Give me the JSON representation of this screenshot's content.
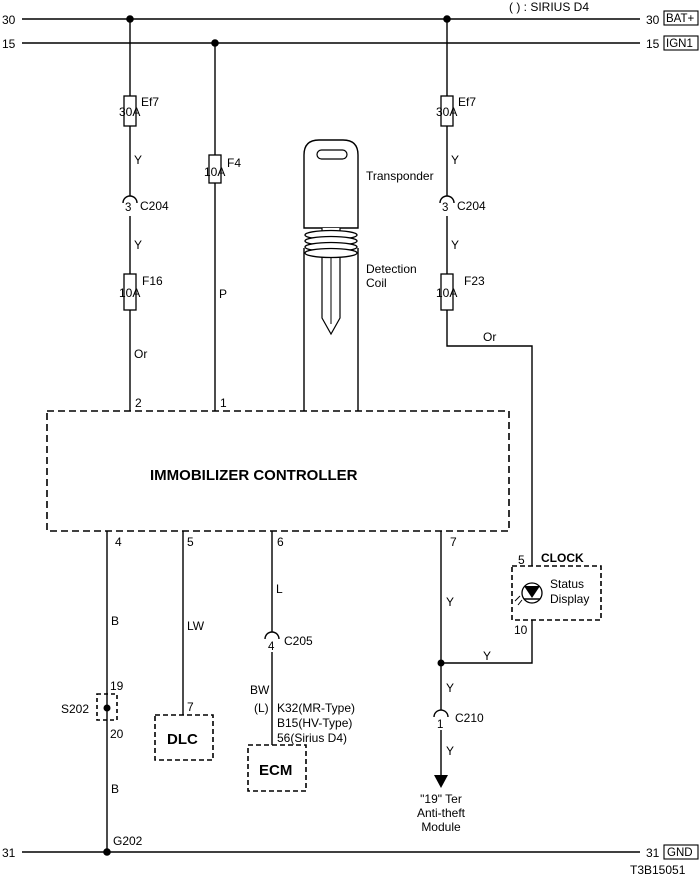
{
  "rails": {
    "bat": {
      "num": "30",
      "tag": "BAT+",
      "note": "( ) : SIRIUS D4"
    },
    "ign": {
      "num": "15",
      "tag": "IGN1"
    },
    "gnd": {
      "num": "31",
      "tag": "GND"
    }
  },
  "fuses": {
    "ef7_left": {
      "name": "Ef7",
      "rating": "30A"
    },
    "f4": {
      "name": "F4",
      "rating": "10A"
    },
    "f16": {
      "name": "F16",
      "rating": "10A"
    },
    "ef7_right": {
      "name": "Ef7",
      "rating": "30A"
    },
    "f23": {
      "name": "F23",
      "rating": "10A"
    }
  },
  "connectors": {
    "c204_left": {
      "name": "C204",
      "pin": "3"
    },
    "c204_right": {
      "name": "C204",
      "pin": "3"
    },
    "c205": {
      "name": "C205",
      "pin": "4"
    },
    "c210": {
      "name": "C210",
      "pin": "1"
    }
  },
  "wires": {
    "y1": "Y",
    "y2": "Y",
    "or1": "Or",
    "p": "P",
    "y3": "Y",
    "y4": "Y",
    "or2": "Or",
    "b1": "B",
    "lw": "LW",
    "l": "L",
    "bw": "BW",
    "bw_alt": "(L)",
    "y5": "Y",
    "y6": "Y",
    "y7": "Y",
    "y8": "Y",
    "b2": "B"
  },
  "key": {
    "transponder": "Transponder",
    "coil_line1": "Detection",
    "coil_line2": "Coil"
  },
  "controller": {
    "title": "IMMOBILIZER CONTROLLER",
    "pins": {
      "p2": "2",
      "p1": "1",
      "p4": "4",
      "p5": "5",
      "p6": "6",
      "p7": "7"
    }
  },
  "clock": {
    "title": "CLOCK",
    "line1": "Status",
    "line2": "Display",
    "pin_in": "5",
    "pin_out": "10"
  },
  "splice": {
    "name": "S202",
    "pin_top": "19",
    "pin_bottom": "20"
  },
  "dlc": {
    "name": "DLC",
    "pin": "7"
  },
  "ecm": {
    "name": "ECM",
    "pin1": "K32(MR-Type)",
    "pin2": "B15(HV-Type)",
    "pin3": "56(Sirius D4)"
  },
  "antitheft": {
    "line1": "\"19\" Ter",
    "line2": "Anti-theft",
    "line3": "Module"
  },
  "ground": {
    "name": "G202"
  },
  "figure_id": "T3B15051"
}
